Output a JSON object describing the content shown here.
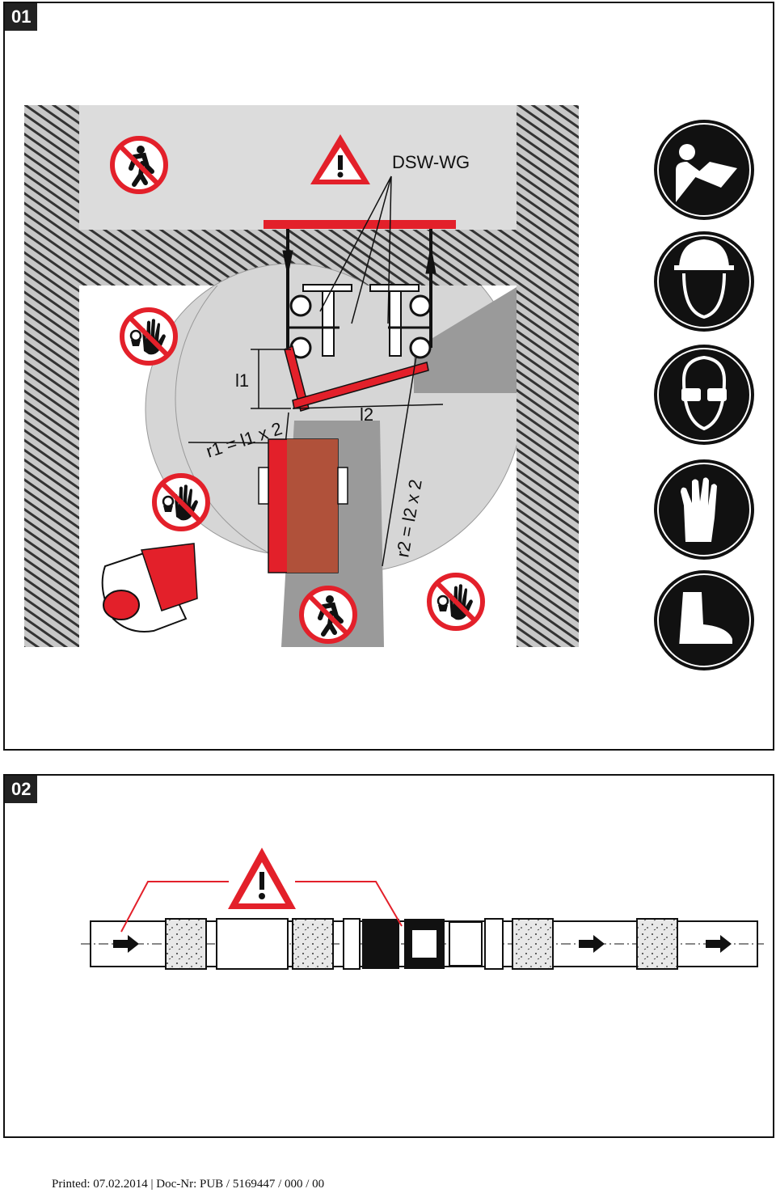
{
  "panel1": {
    "number": "01",
    "label_device": "DSW-WG",
    "label_l1": "l1",
    "label_l2": "l2",
    "label_r1": "r1 = l1 x 2",
    "label_r2": "r2 = l2 x 2",
    "icons_prohibition": [
      "no-pedestrians-icon",
      "no-touching-icon",
      "no-touching-icon",
      "no-pedestrians-icon",
      "no-touching-icon"
    ],
    "icons_mandatory": [
      "read-manual-icon",
      "wear-helmet-icon",
      "wear-goggles-icon",
      "wear-gloves-icon",
      "wear-safety-boots-icon"
    ],
    "colors": {
      "warning_red": "#e3202a",
      "slab_brown": "#b0513a",
      "concrete_gray": "#dcdcdc",
      "zone_gray": "#8e8e8e"
    }
  },
  "panel2": {
    "number": "02",
    "icons": [
      "warning-triangle-icon",
      "flow-arrow-icon"
    ]
  },
  "footer": {
    "text": "Printed: 07.02.2014 | Doc-Nr: PUB / 5169447 / 000 / 00"
  }
}
